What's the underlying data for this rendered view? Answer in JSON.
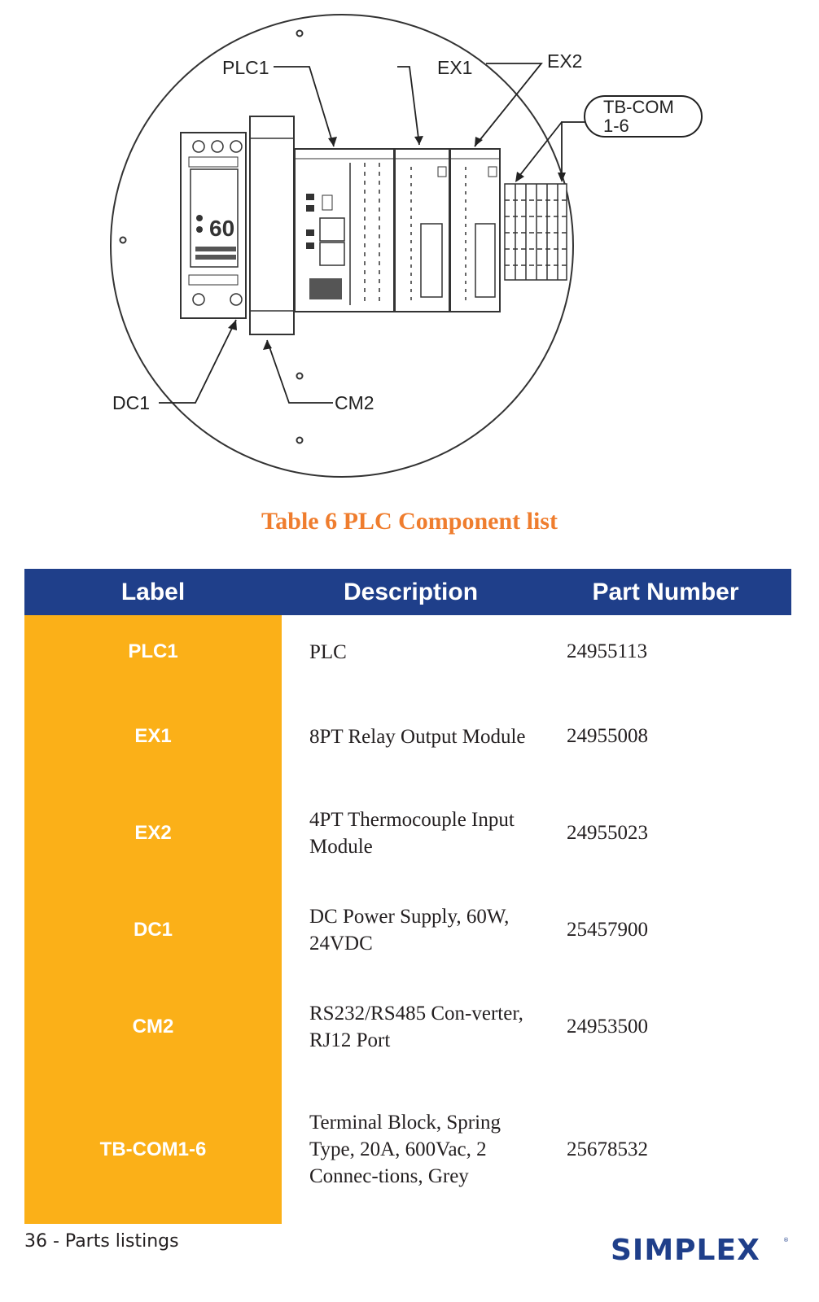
{
  "colors": {
    "accent_orange": "#ef7d2e",
    "header_blue": "#1f3f8a",
    "label_gold": "#fbb018",
    "logo_blue": "#1f3f8a"
  },
  "diagram": {
    "callouts": {
      "plc1": "PLC1",
      "ex1": "EX1",
      "ex2": "EX2",
      "tb_com_line1": "TB-COM",
      "tb_com_line2": "1-6",
      "dc1": "DC1",
      "cm2": "CM2"
    },
    "power_supply_rating": "60"
  },
  "table": {
    "caption": "Table 6 PLC Component list",
    "headers": [
      "Label",
      "Description",
      "Part Number"
    ],
    "rows": [
      {
        "label": "PLC1",
        "description": "PLC",
        "part_number": "24955113"
      },
      {
        "label": "EX1",
        "description": "8PT Relay Output Module",
        "part_number": "24955008"
      },
      {
        "label": "EX2",
        "description": "4PT Thermocouple Input Module",
        "part_number": "24955023"
      },
      {
        "label": "DC1",
        "description": "DC Power Supply, 60W, 24VDC",
        "part_number": "25457900"
      },
      {
        "label": "CM2",
        "description": "RS232/RS485 Con-verter, RJ12 Port",
        "part_number": "24953500"
      },
      {
        "label": "TB-COM1-6",
        "description": "Terminal Block, Spring Type, 20A, 600Vac, 2 Connec-tions, Grey",
        "part_number": "25678532"
      }
    ]
  },
  "footer": {
    "page_label": "36 - Parts listings",
    "brand": "SIMPLEX"
  }
}
